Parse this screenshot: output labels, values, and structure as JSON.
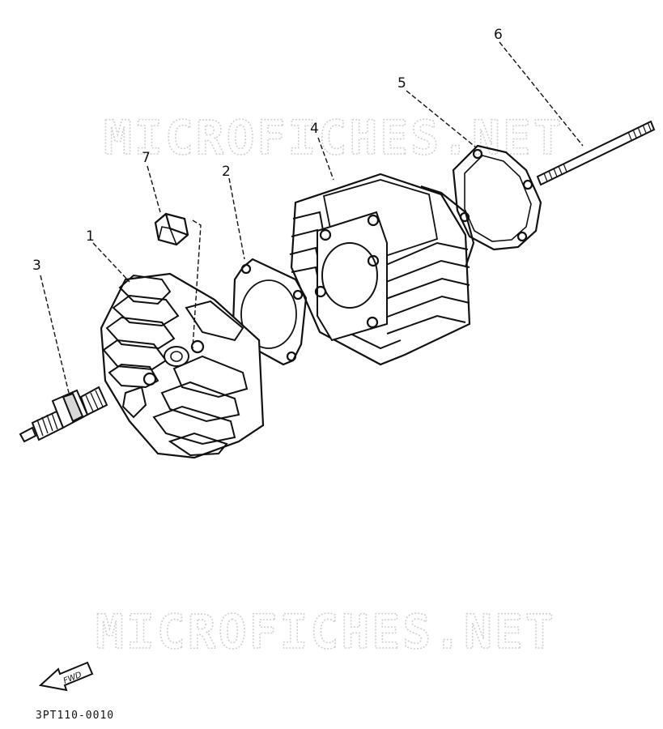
{
  "watermark_text": "MICROFICHES.NET",
  "callouts": {
    "p1": "1",
    "p2": "2",
    "p3": "3",
    "p4": "4",
    "p5": "5",
    "p6": "6",
    "p7": "7"
  },
  "fwd_label": "FWD",
  "drawing_code": "3PT110-0010",
  "colors": {
    "ink": "#111111",
    "watermark": "#cfcfcf"
  }
}
